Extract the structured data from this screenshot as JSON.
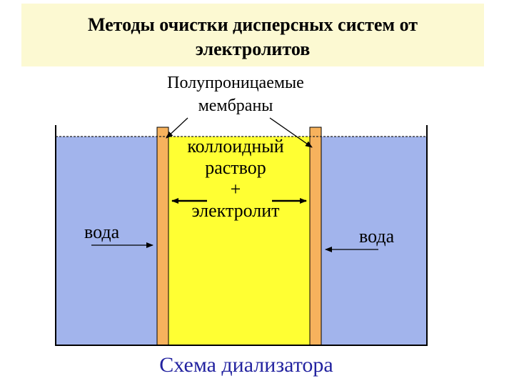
{
  "title": {
    "line1": "Методы очистки дисперсных систем от",
    "line2": "электролитов"
  },
  "membranes_label": {
    "line1": "Полупроницаемые",
    "line2": "мембраны"
  },
  "center_label": {
    "line1": "коллоидный",
    "line2": "раствор",
    "line3": "+",
    "line4": "электролит"
  },
  "left_label": "вода",
  "right_label": "вода",
  "caption": "Схема диализатора",
  "colors": {
    "title_background": "#fcf9d2",
    "water": "#a2b4ec",
    "colloid_solution": "#ffff33",
    "membrane": "#f7b25d",
    "caption_text": "#2323a0"
  }
}
